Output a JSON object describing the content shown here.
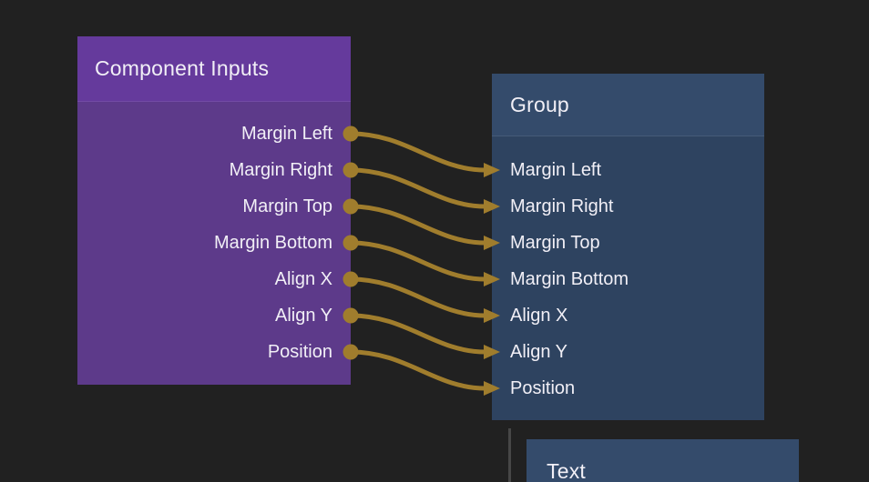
{
  "theme": {
    "background": "#212121",
    "purple_header": "#653a9c",
    "purple_body": "#5d3a8a",
    "blue_header": "#344b6b",
    "blue_body": "#2e4360",
    "wire_color": "#a07d2d",
    "text_color": "#f1eff6",
    "divider_color": "#474747"
  },
  "nodes": {
    "component_inputs": {
      "title": "Component Inputs",
      "outputs": [
        "Margin Left",
        "Margin Right",
        "Margin Top",
        "Margin Bottom",
        "Align X",
        "Align Y",
        "Position"
      ]
    },
    "group": {
      "title": "Group",
      "inputs": [
        "Margin Left",
        "Margin Right",
        "Margin Top",
        "Margin Bottom",
        "Align X",
        "Align Y",
        "Position"
      ]
    },
    "text": {
      "title": "Text"
    }
  },
  "connections": {
    "links": [
      {
        "from": "Margin Left",
        "to": "Margin Left"
      },
      {
        "from": "Margin Right",
        "to": "Margin Right"
      },
      {
        "from": "Margin Top",
        "to": "Margin Top"
      },
      {
        "from": "Margin Bottom",
        "to": "Margin Bottom"
      },
      {
        "from": "Align X",
        "to": "Align X"
      },
      {
        "from": "Align Y",
        "to": "Align Y"
      },
      {
        "from": "Position",
        "to": "Position"
      }
    ]
  }
}
